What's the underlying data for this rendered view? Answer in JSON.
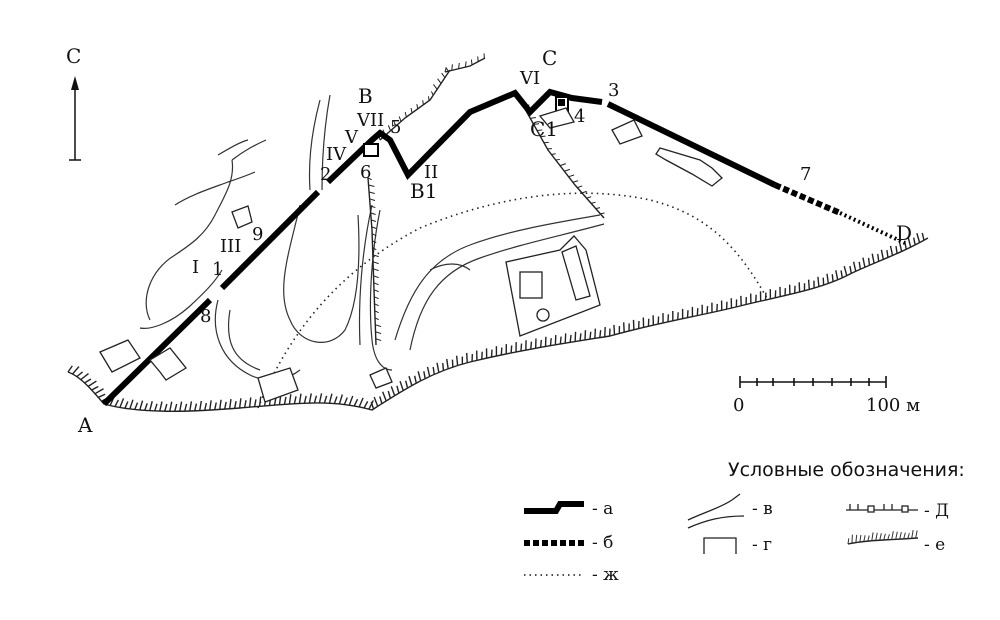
{
  "map": {
    "north_label": "С",
    "points": {
      "A": "A",
      "B": "B",
      "B1": "B1",
      "C": "C",
      "C1": "C1",
      "D": "D"
    },
    "roman_labels": {
      "I": "I",
      "II": "II",
      "III": "III",
      "IV": "IV",
      "V": "V",
      "VI": "VI",
      "VII": "VII"
    },
    "number_labels": {
      "n1": "1",
      "n2": "2",
      "n3": "3",
      "n4": "4",
      "n5": "5",
      "n6": "6",
      "n7": "7",
      "n8": "8",
      "n9": "9"
    }
  },
  "scale": {
    "start_label": "0",
    "end_label": "100 м"
  },
  "legend": {
    "title": "Условные обозначения:",
    "items": {
      "a": "- а",
      "b": "- б",
      "v": "- в",
      "g": "- г",
      "d": "- Д",
      "e": "- е",
      "zh": "- ж"
    }
  }
}
